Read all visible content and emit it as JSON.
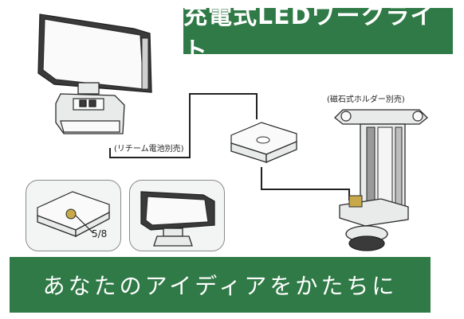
{
  "title": "充電式LEDワークライト",
  "tagline": "あなたのアイディアをかたちに",
  "captions": {
    "battery_note": "(リチーム電池別売)",
    "magnet_note": "(磁石式ホルダー別売)",
    "screw_size": "5/8"
  },
  "colors": {
    "banner_green": "#2f7a46",
    "banner_text": "#ffffff",
    "line": "#222222"
  }
}
